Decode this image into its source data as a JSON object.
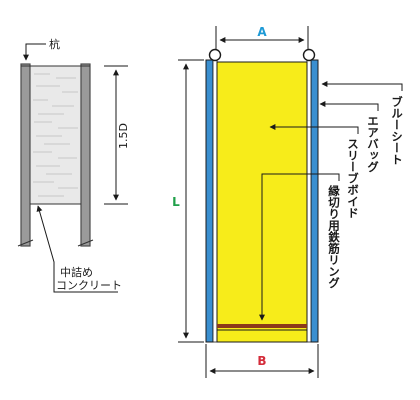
{
  "diagram": {
    "left_view": {
      "pile_label": "杭",
      "depth_label": "1.5D",
      "fill_label_line1": "中詰め",
      "fill_label_line2": "コンクリート"
    },
    "right_view": {
      "dim_top": "A",
      "dim_bottom": "B",
      "dim_height": "L",
      "callouts": [
        "ブルーシート",
        "エアバッグ",
        "スリーブボイド",
        "縁切り用鉄筋リング"
      ]
    },
    "colors": {
      "sleeve_void": "#f7ec1a",
      "blue_sheet": "#3a8fd0",
      "dim_A": "#1e9ad6",
      "dim_B": "#d42c3a",
      "dim_L": "#20a04a",
      "rebar_ring": "#8b3a1a",
      "pile_wall": "#9a9a9a"
    }
  }
}
